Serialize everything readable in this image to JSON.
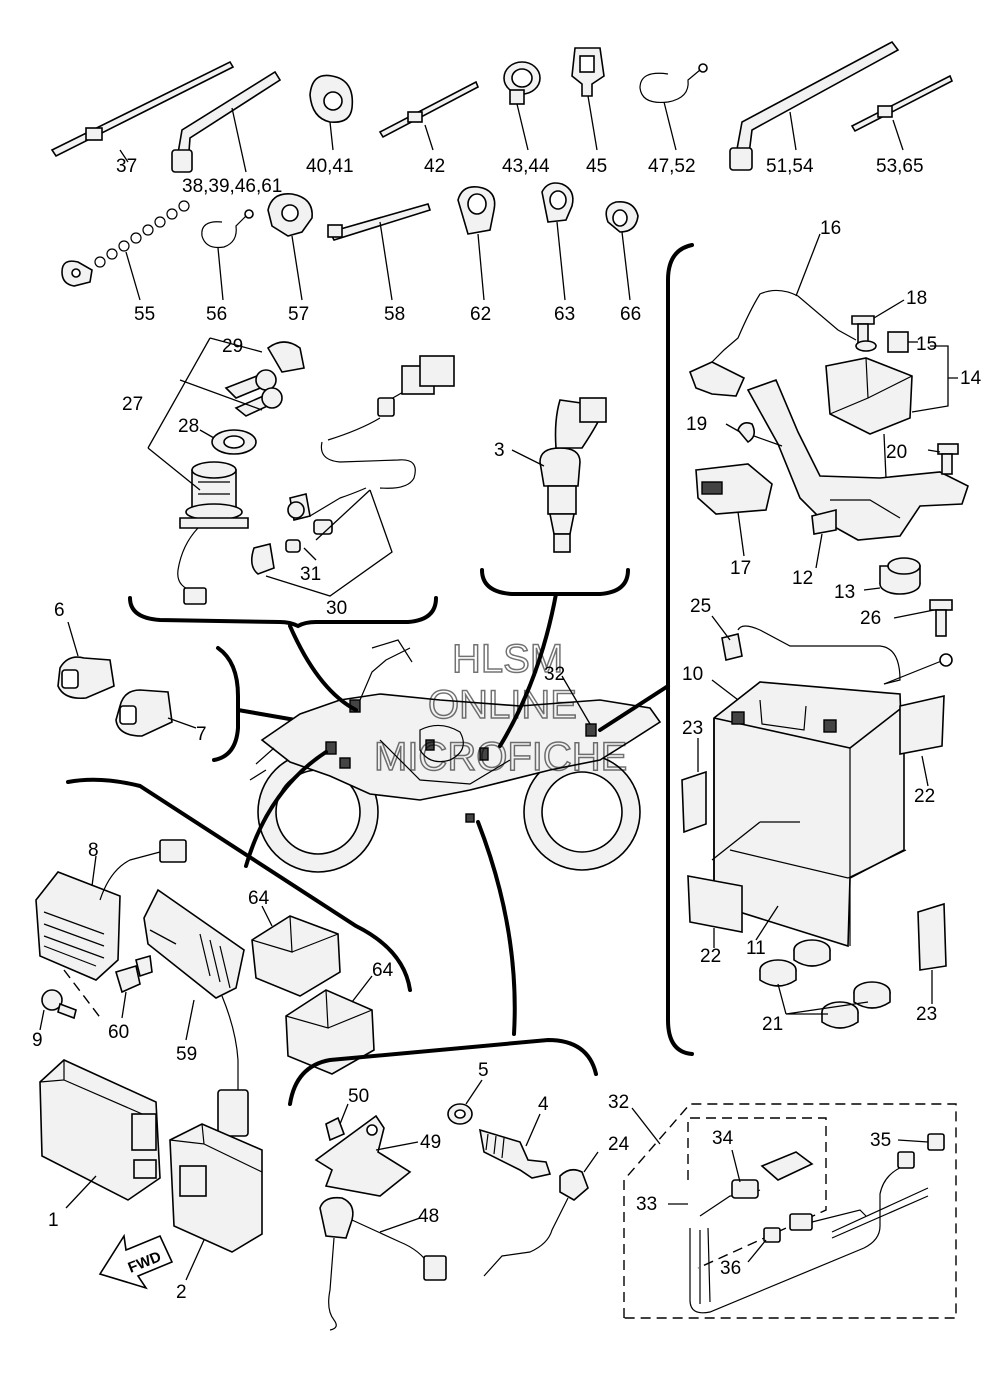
{
  "watermark": {
    "line1": "HLSM",
    "line2": "ONLINE",
    "line3": "MICROFICHE"
  },
  "direction_arrow": "FWD",
  "callouts": {
    "p37": "37",
    "p38": "38,39,46,61",
    "p40": "40,41",
    "p42": "42",
    "p43": "43,44",
    "p45": "45",
    "p47": "47,52",
    "p51": "51,54",
    "p53": "53,65",
    "p55": "55",
    "p56": "56",
    "p57": "57",
    "p58": "58",
    "p62": "62",
    "p63": "63",
    "p66": "66",
    "p29": "29",
    "p27": "27",
    "p28": "28",
    "p31": "31",
    "p30": "30",
    "p3": "3",
    "p16": "16",
    "p18": "18",
    "p15": "15",
    "p14": "14",
    "p19": "19",
    "p20": "20",
    "p17": "17",
    "p12": "12",
    "p13": "13",
    "p25": "25",
    "p26": "26",
    "p10": "10",
    "p23a": "23",
    "p22a": "22",
    "p22b": "22",
    "p11": "11",
    "p21": "21",
    "p23b": "23",
    "p6": "6",
    "p7": "7",
    "p32a": "32",
    "p8": "8",
    "p64a": "64",
    "p64b": "64",
    "p9": "9",
    "p60": "60",
    "p59": "59",
    "p1": "1",
    "p2": "2",
    "p50": "50",
    "p49": "49",
    "p48": "48",
    "p5": "5",
    "p4": "4",
    "p24": "24",
    "p32b": "32",
    "p34": "34",
    "p35": "35",
    "p33": "33",
    "p36": "36"
  }
}
